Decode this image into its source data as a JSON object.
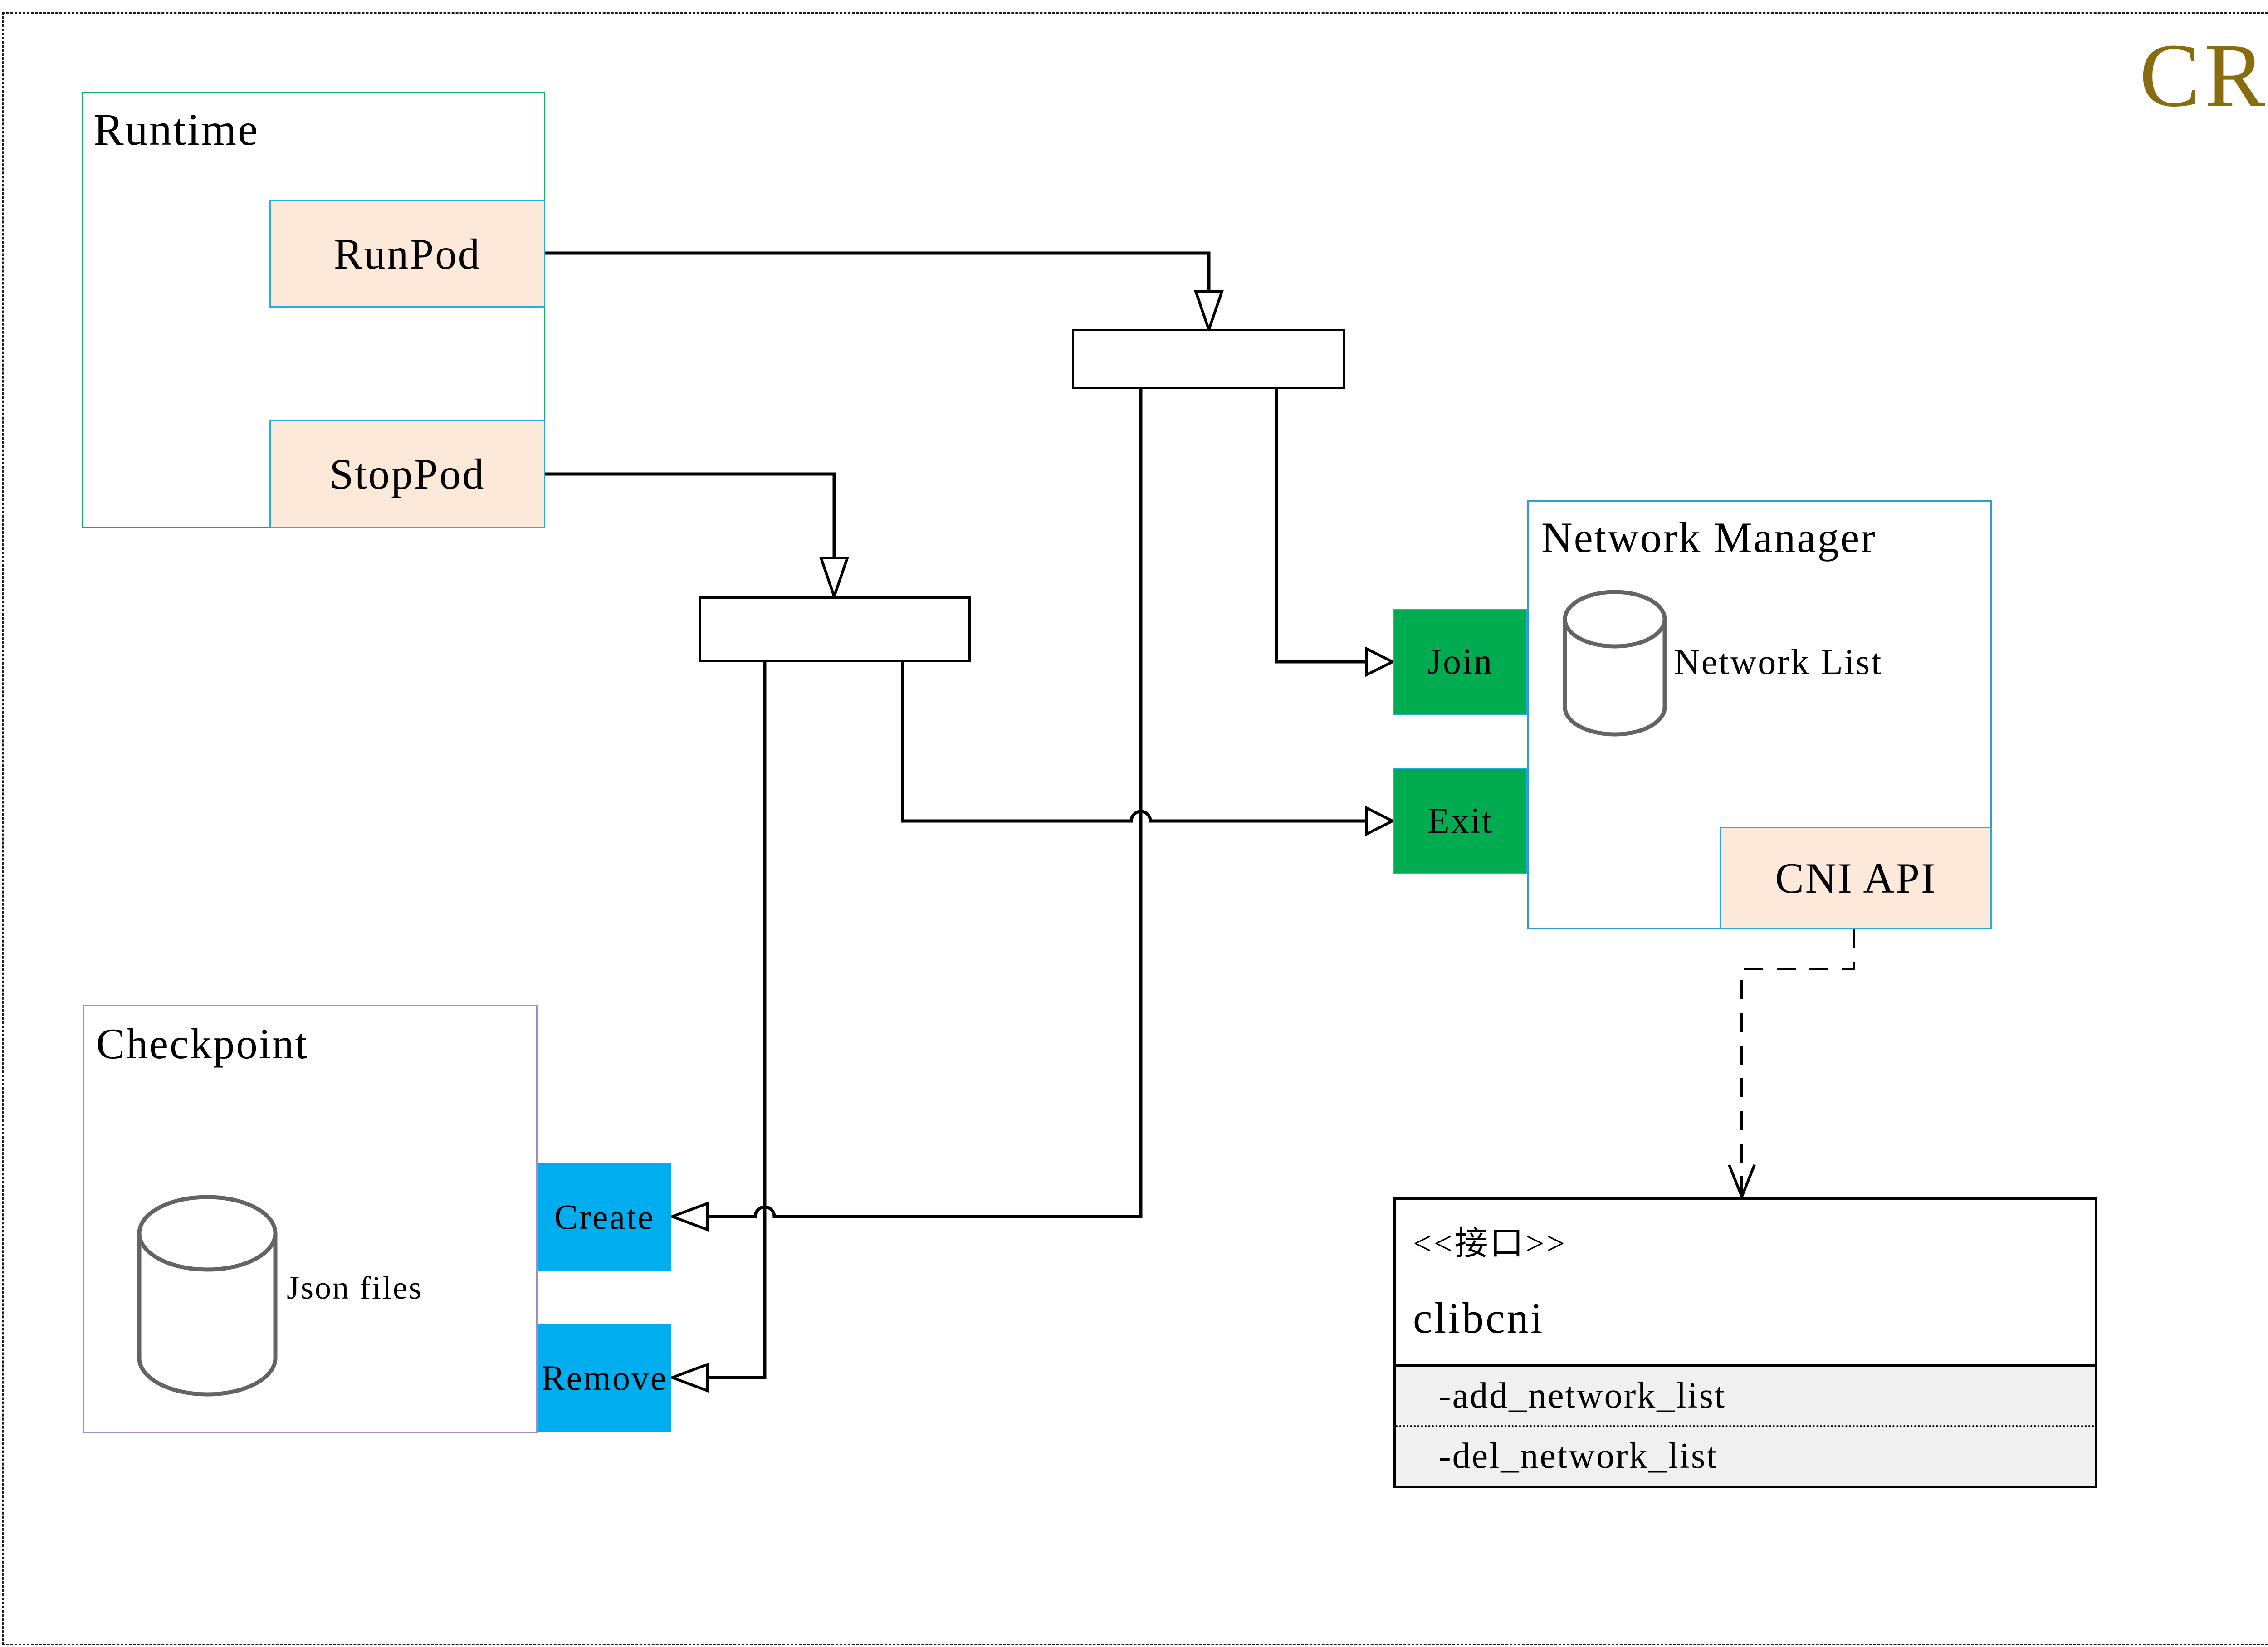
{
  "title": "CRI",
  "runtime": {
    "label": "Runtime",
    "run_pod": "RunPod",
    "stop_pod": "StopPod"
  },
  "network_manager": {
    "label": "Network Manager",
    "join": "Join",
    "exit": "Exit",
    "network_list": "Network List",
    "cni_api": "CNI API"
  },
  "checkpoint": {
    "label": "Checkpoint",
    "json_files": "Json files",
    "create": "Create",
    "remove": "Remove"
  },
  "clibcni": {
    "stereotype": "<<接口>>",
    "name": "clibcni",
    "methods": [
      "-add_network_list",
      "-del_network_list"
    ]
  },
  "colors": {
    "title_gold": "#8a6c10",
    "runtime_border_green": "#0db054",
    "network_manager_border_blue": "#2e9bd5",
    "checkpoint_border_purple": "#a08cc4",
    "feature_peach_fill": "#fce9da",
    "feature_cyan_border": "#29abe2",
    "action_green_fill": "#00ac4f",
    "action_blue_fill": "#00aeef",
    "class_body_gray": "#f0f0f0",
    "cylinder_gray": "#646464"
  }
}
